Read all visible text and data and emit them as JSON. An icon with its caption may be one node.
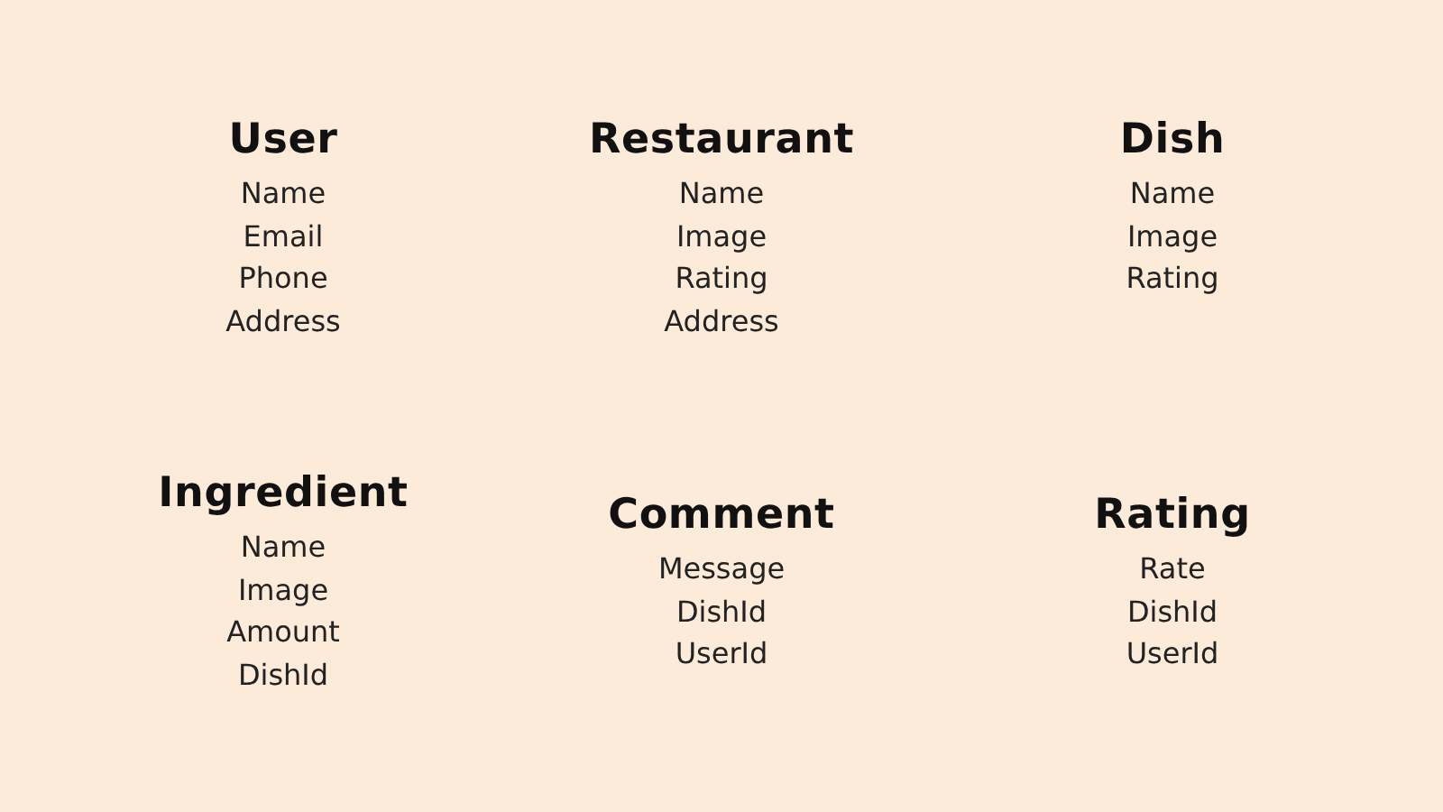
{
  "diagram": {
    "labels": [
      "User",
      "Name",
      "Email",
      "Phone",
      "Address",
      "Restaurant",
      "Name",
      "Image",
      "Rating",
      "Address",
      "Dish",
      "Name",
      "Image",
      "Rating",
      "Ingredient",
      "Name",
      "Image",
      "Amount",
      "DishId",
      "Comment",
      "Message",
      "DishId",
      "UserId",
      "Rating",
      "Rate",
      "DishId",
      "UserId"
    ]
  }
}
